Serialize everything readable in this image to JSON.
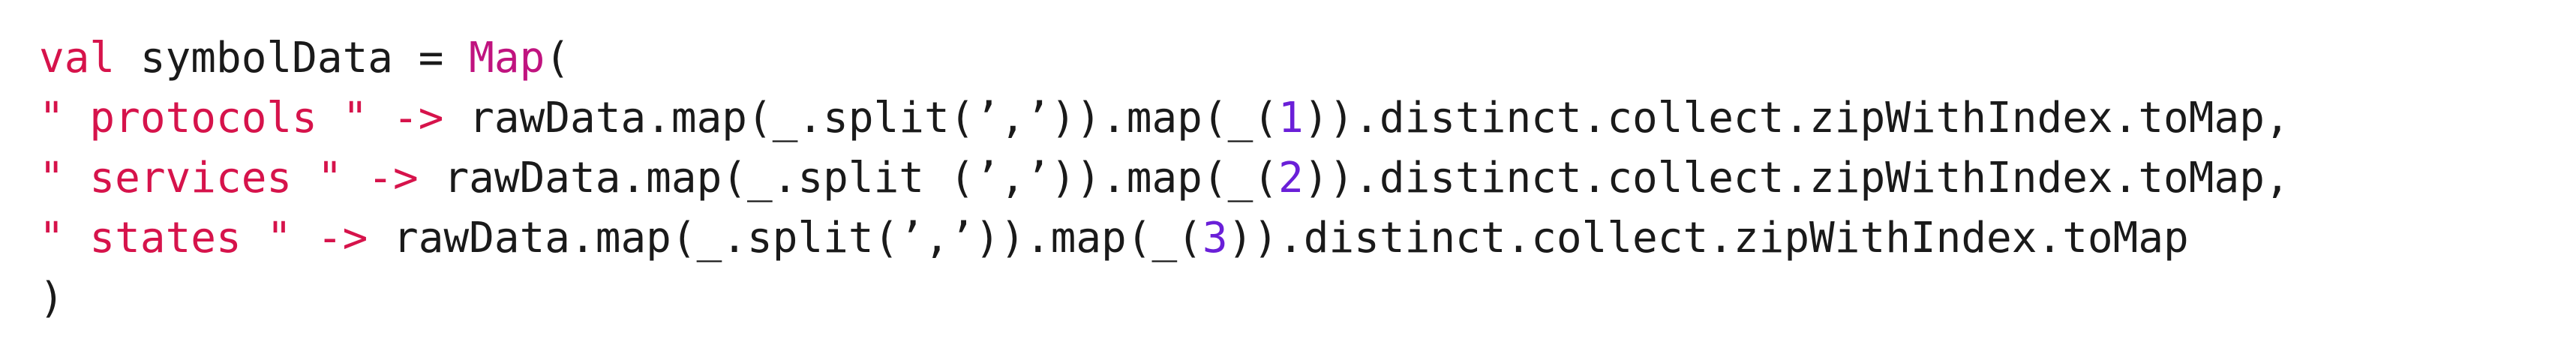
{
  "colors": {
    "keyword": "#d6134b",
    "string": "#d6134b",
    "type": "#c0137f",
    "number": "#6a1fd8",
    "text": "#1a1a1a",
    "background": "#ffffff"
  },
  "code": {
    "line1": {
      "kw": "val",
      "ident": " symbolData = ",
      "type": "Map",
      "rest": "("
    },
    "line2": {
      "str": "\" protocols \"",
      "arrow": " -> ",
      "pre": "rawData.map(_.split(’,’)).map(_(",
      "num": "1",
      "post": ")).distinct.collect.zipWithIndex.toMap,"
    },
    "line3": {
      "str": "\" services \"",
      "arrow": " -> ",
      "pre": "rawData.map(_.split (’,’)).map(_(",
      "num": "2",
      "post": ")).distinct.collect.zipWithIndex.toMap,"
    },
    "line4": {
      "str": "\" states \"",
      "arrow": " -> ",
      "pre": "rawData.map(_.split(’,’)).map(_(",
      "num": "3",
      "post": ")).distinct.collect.zipWithIndex.toMap"
    },
    "line5": {
      "close": ")"
    }
  }
}
